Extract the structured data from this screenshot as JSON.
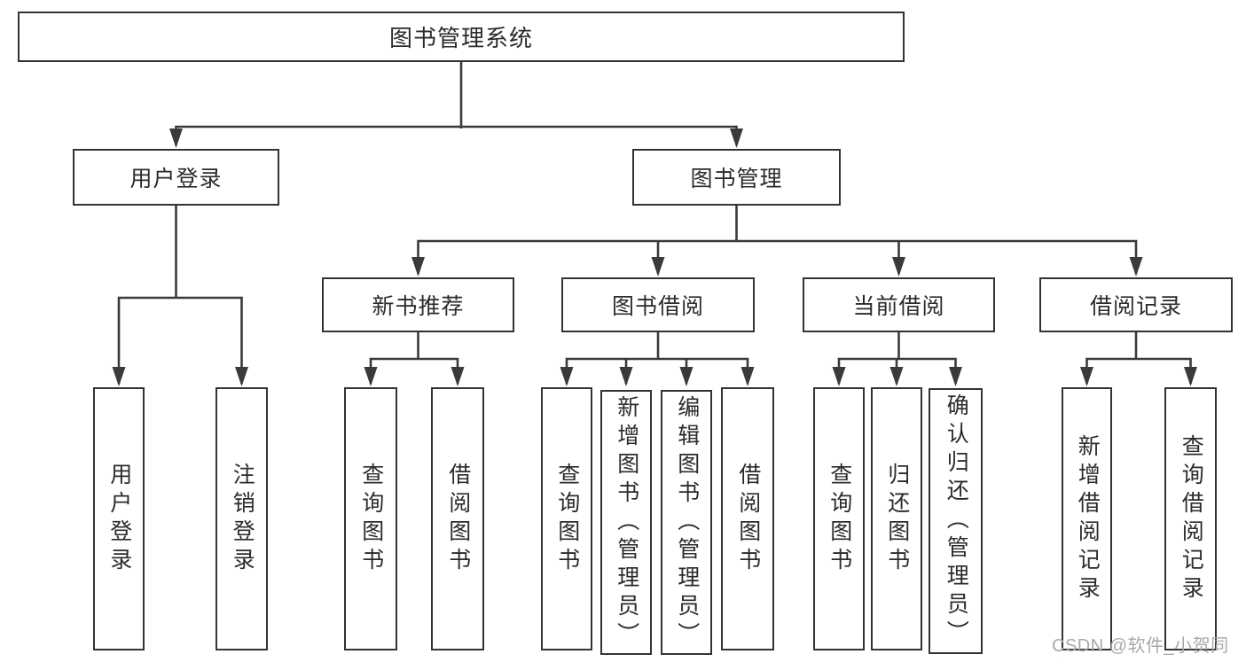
{
  "colors": {
    "ink": "#333333",
    "line": "#3a3a3a",
    "background": "#ffffff",
    "watermark": "#a9a9a9"
  },
  "watermark": {
    "text": "CSDN @软件_小贺同学"
  },
  "tree": {
    "label": "图书管理系统",
    "children": [
      {
        "label": "用户登录",
        "children": [
          {
            "label": "用户登录"
          },
          {
            "label": "注销登录"
          }
        ]
      },
      {
        "label": "图书管理",
        "children": [
          {
            "label": "新书推荐",
            "children": [
              {
                "label": "查询图书"
              },
              {
                "label": "借阅图书"
              }
            ]
          },
          {
            "label": "图书借阅",
            "children": [
              {
                "label": "查询图书"
              },
              {
                "label": "新增图书（管理员）"
              },
              {
                "label": "编辑图书（管理员）"
              },
              {
                "label": "借阅图书"
              }
            ]
          },
          {
            "label": "当前借阅",
            "children": [
              {
                "label": "查询图书"
              },
              {
                "label": "归还图书"
              },
              {
                "label": "确认归还（管理员）"
              }
            ]
          },
          {
            "label": "借阅记录",
            "children": [
              {
                "label": "新增借阅记录"
              },
              {
                "label": "查询借阅记录"
              }
            ]
          }
        ]
      }
    ]
  }
}
